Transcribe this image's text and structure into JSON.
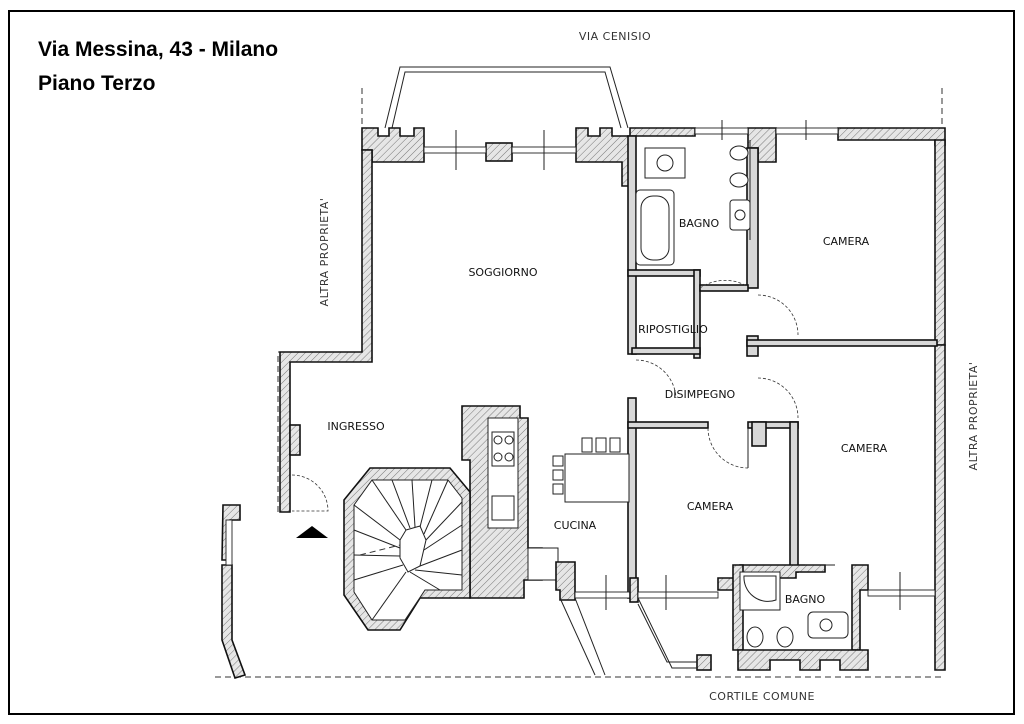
{
  "header": {
    "address": "Via Messina, 43 - Milano",
    "floor": "Piano Terzo"
  },
  "streets": {
    "top": "VIA CENISIO",
    "bottom": "CORTILE COMUNE"
  },
  "neighbors": {
    "left": "ALTRA PROPRIETA'",
    "right": "ALTRA PROPRIETA'"
  },
  "rooms": {
    "soggiorno": "SOGGIORNO",
    "ingresso": "INGRESSO",
    "cucina": "CUCINA",
    "bagno_top": "BAGNO",
    "ripostiglio": "RIPOSTIGLIO",
    "disimpegno": "DISIMPEGNO",
    "camera_top": "CAMERA",
    "camera_right": "CAMERA",
    "camera_center": "CAMERA",
    "bagno_bottom": "BAGNO"
  },
  "colors": {
    "wall": "#d8d8d8",
    "line": "#111111",
    "background": "#ffffff"
  },
  "icons": {
    "entrance": "entrance-arrow-icon"
  }
}
